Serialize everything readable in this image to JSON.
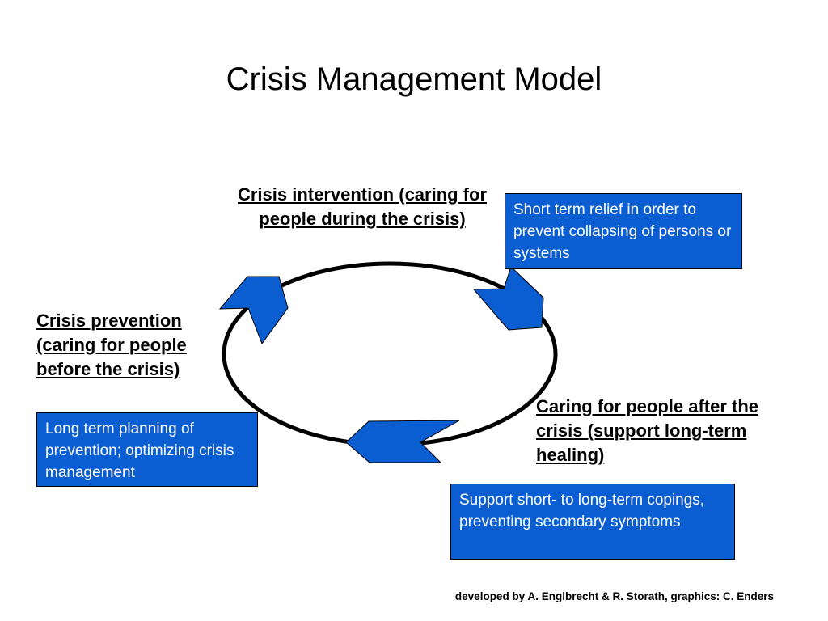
{
  "slide": {
    "title": "Crisis Management Model",
    "credit": "developed by A. Englbrecht & R. Storath,  graphics: C. Enders"
  },
  "phases": {
    "intervention": {
      "heading": "Crisis intervention (caring for people during the crisis)",
      "description": "Short term relief  in order to prevent collapsing  of persons or systems"
    },
    "prevention": {
      "heading": "Crisis prevention (caring for people before the crisis)",
      "description": "Long term planning of prevention; optimizing crisis management"
    },
    "after": {
      "heading": "Caring for people after the crisis (support long-term healing)",
      "description": "Support short- to long-term copings,  preventing secondary symptoms"
    }
  },
  "colors": {
    "box_fill": "#0b5ed1",
    "arrow_fill": "#0b5ed1",
    "ring_stroke": "#000000",
    "box_text": "#ffffff"
  },
  "icons": {
    "arrow_to_intervention": "up-arrow",
    "arrow_to_after": "down-arrow",
    "arrow_to_prevention": "left-arrow"
  }
}
